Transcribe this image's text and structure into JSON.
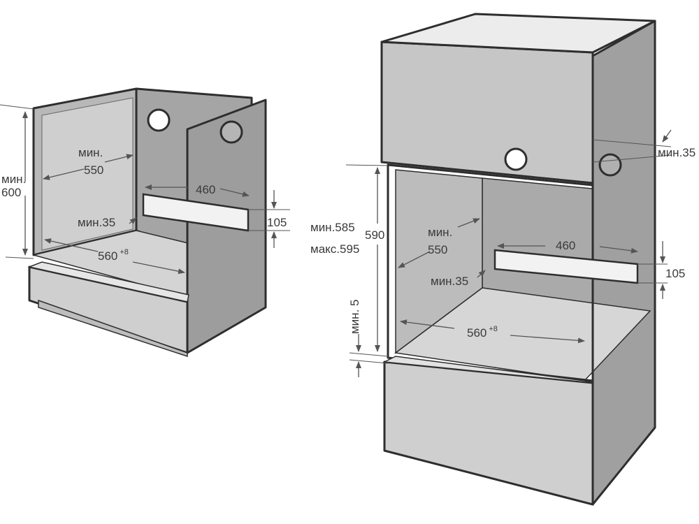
{
  "left_cabinet": {
    "width_label": "мин.",
    "width_value": "550",
    "height_label": "мин.",
    "height_value": "600",
    "vent_width": "460",
    "vent_height": "105",
    "side_gap": "мин.35",
    "inner_width": "560",
    "inner_width_tolerance": "+8"
  },
  "right_cabinet": {
    "top_gap": "мин.35",
    "opening_height": "590",
    "opening_min": "мин.585",
    "opening_max": "макс.595",
    "depth_label": "мин.",
    "depth_value": "550",
    "vent_width": "460",
    "vent_height": "105",
    "side_gap": "мин.35",
    "inner_width": "560",
    "inner_width_tolerance": "+8",
    "bottom_gap": "мин. 5"
  },
  "colors": {
    "wall_gray": "#a8a8a8",
    "light_gray": "#c4c4c4",
    "outline": "#2e2e2e",
    "text": "#3a3a3a"
  }
}
